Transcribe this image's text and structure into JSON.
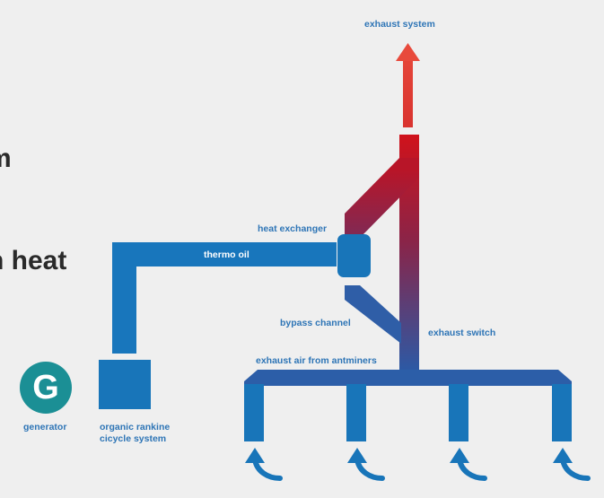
{
  "heading": {
    "line1": "m",
    "line2": "n heat"
  },
  "labels": {
    "exhaust_system": "exhaust system",
    "heat_exchanger": "heat exchanger",
    "thermo_oil": "thermo oil",
    "bypass_channel": "bypass channel",
    "exhaust_switch": "exhaust switch",
    "exhaust_air": "exhaust air from antminers",
    "generator": "generator",
    "orc_line1": "organic rankine",
    "orc_line2": "cicycle system"
  },
  "generator_icon": {
    "letter": "G",
    "color": "#1b8f95"
  },
  "colors": {
    "pipe_blue": "#2e6fb7",
    "pipe_red": "#d0121b",
    "arrow_red": "#e33b3b",
    "label_blue": "#2e75b6",
    "background": "#efefef"
  }
}
